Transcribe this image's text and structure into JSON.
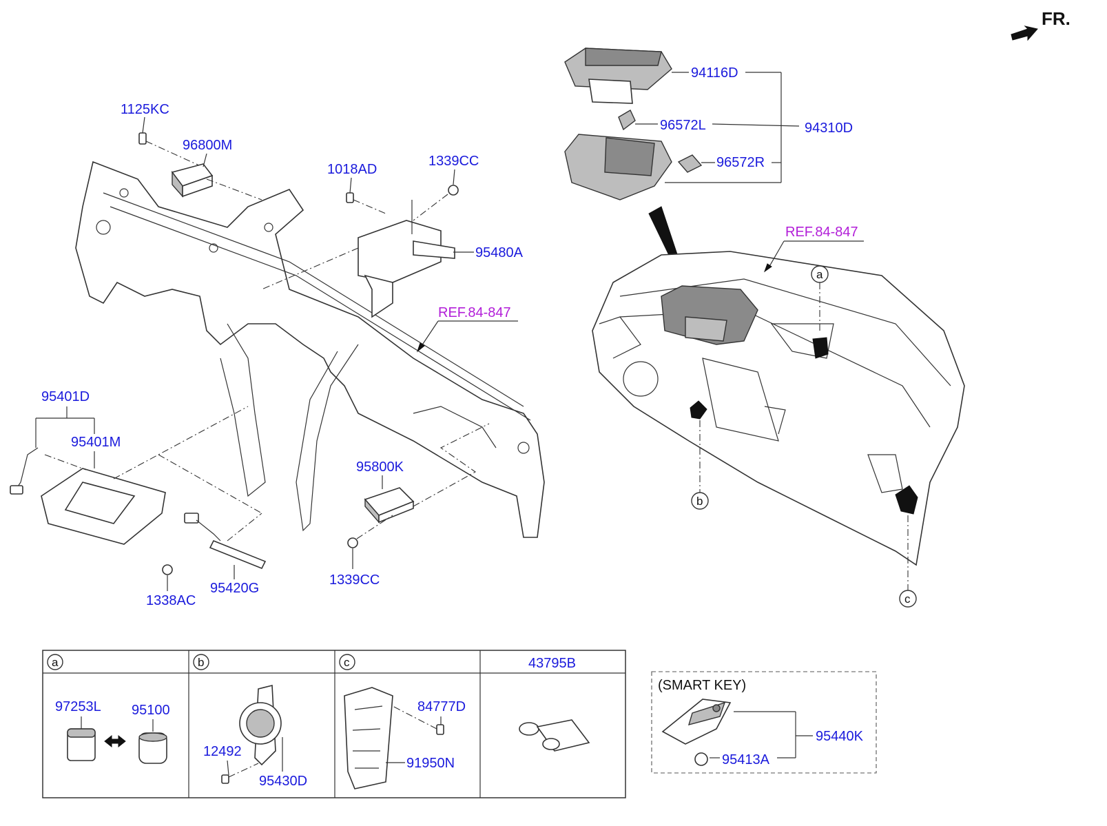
{
  "orientation": "FR.",
  "labels": {
    "p1125KC": "1125KC",
    "p96800M": "96800M",
    "p1018AD": "1018AD",
    "p1339CC_top": "1339CC",
    "p95480A": "95480A",
    "ref_center": "REF.84-847",
    "p95401D": "95401D",
    "p95401M": "95401M",
    "p95800K": "95800K",
    "p1338AC": "1338AC",
    "p95420G": "95420G",
    "p1339CC_bottom": "1339CC",
    "p94116D": "94116D",
    "p96572L": "96572L",
    "p96572R": "96572R",
    "p94310D": "94310D",
    "ref_right": "REF.84-847"
  },
  "callouts": {
    "a": "a",
    "b": "b",
    "c": "c"
  },
  "table": {
    "headers": [
      "a",
      "b",
      "c",
      "43795B"
    ],
    "cell_a": {
      "left": "97253L",
      "right": "95100"
    },
    "cell_b": {
      "bolt": "12492",
      "switch": "95430D"
    },
    "cell_c": {
      "screw": "84777D",
      "module": "91950N"
    }
  },
  "smart_key": {
    "title": "(SMART KEY)",
    "key": "95440K",
    "battery": "95413A"
  }
}
